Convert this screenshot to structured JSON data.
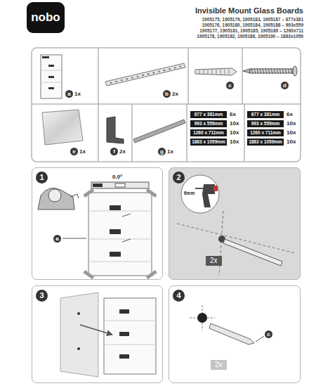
{
  "diagram": {
    "title": "Invisible Mount Glass Boards",
    "nodes": [
      {
        "text": [
          "nobo"
        ]
      },
      {
        "text": [
          "1"
        ]
      },
      {
        "text": [
          "2"
        ]
      },
      {
        "text": [
          "3"
        ]
      },
      {
        "text": [
          "4"
        ]
      }
    ],
    "labels": [
      "1905175, 1905179, 1905183, 1905187 – 677x381",
      "1905176, 1905180, 1905184, 1905188 – 993x559",
      "1905177, 1905181, 1905185, 1905189 – 1260x711",
      "1905178, 1905182, 1905186, 1905190 – 1883x1059",
      "a",
      "1x",
      "b",
      "2x",
      "c",
      "d",
      "e",
      "1x",
      "f",
      "2x",
      "g",
      "1x",
      "677 x 381mm",
      "6x",
      "993 x 559mm",
      "10x",
      "1260 x 711mm",
      "10x",
      "1883 x 1059mm",
      "10x",
      "677 x 381mm",
      "6x",
      "993 x 559mm",
      "10x",
      "1260 x 711mm",
      "10x",
      "1883 x 1059mm",
      "10x",
      "0.0°",
      "a",
      "6mm",
      "2x",
      "c",
      "2x"
    ]
  }
}
